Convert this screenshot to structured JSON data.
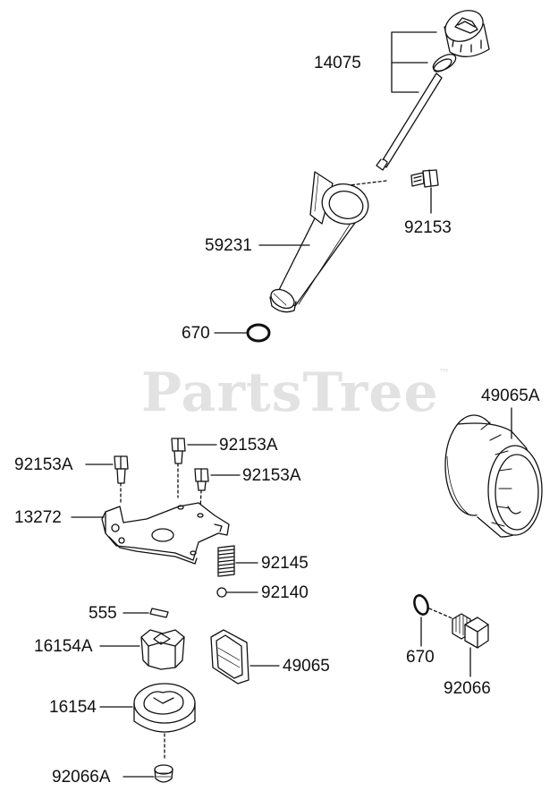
{
  "watermark": {
    "text": "PartsTree",
    "mark": "™"
  },
  "labels": {
    "p14075": "14075",
    "p92153_bolt": "92153",
    "p59231": "59231",
    "p670_top": "670",
    "p49065A": "49065A",
    "p92153A_1": "92153A",
    "p92153A_2": "92153A",
    "p92153A_3": "92153A",
    "p13272": "13272",
    "p92145": "92145",
    "p92140": "92140",
    "p555": "555",
    "p16154A": "16154A",
    "p49065": "49065",
    "p16154": "16154",
    "p92066A": "92066A",
    "p670_bottom": "670",
    "p92066": "92066"
  }
}
